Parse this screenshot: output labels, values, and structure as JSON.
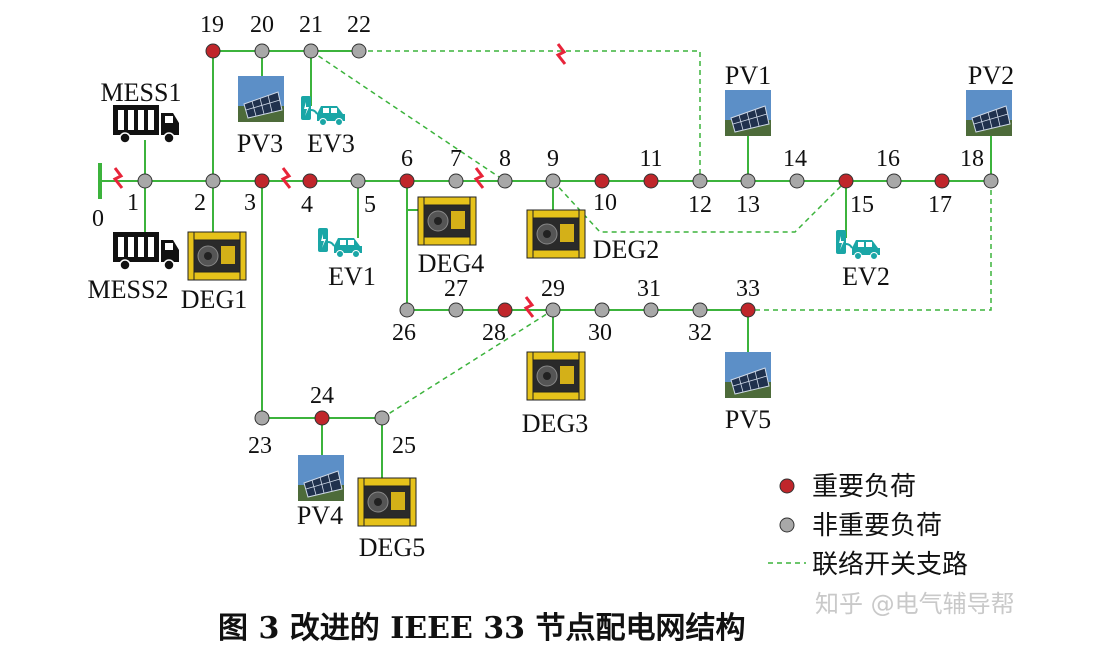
{
  "colors": {
    "line": "#3cb33c",
    "important": "#c0262b",
    "normal": "#a8a8a8",
    "fault": "#e8243a",
    "ev": "#1aa6a6"
  },
  "legend": {
    "important_load": "重要负荷",
    "normal_load": "非重要负荷",
    "tie_switch": "联络开关支路"
  },
  "caption": "图 3   改进的 IEEE 33 节点配电网结构",
  "watermark": "知乎 @电气辅导帮",
  "nodes": [
    {
      "id": "0",
      "label": "0",
      "type": "source"
    },
    {
      "id": "1",
      "label": "1",
      "type": "normal"
    },
    {
      "id": "2",
      "label": "2",
      "type": "normal"
    },
    {
      "id": "3",
      "label": "3",
      "type": "important"
    },
    {
      "id": "4",
      "label": "4",
      "type": "important"
    },
    {
      "id": "5",
      "label": "5",
      "type": "normal"
    },
    {
      "id": "6",
      "label": "6",
      "type": "important"
    },
    {
      "id": "7",
      "label": "7",
      "type": "normal"
    },
    {
      "id": "8",
      "label": "8",
      "type": "normal"
    },
    {
      "id": "9",
      "label": "9",
      "type": "normal"
    },
    {
      "id": "10",
      "label": "10",
      "type": "important"
    },
    {
      "id": "11",
      "label": "11",
      "type": "important"
    },
    {
      "id": "12",
      "label": "12",
      "type": "normal"
    },
    {
      "id": "13",
      "label": "13",
      "type": "normal"
    },
    {
      "id": "14",
      "label": "14",
      "type": "normal"
    },
    {
      "id": "15",
      "label": "15",
      "type": "important"
    },
    {
      "id": "16",
      "label": "16",
      "type": "normal"
    },
    {
      "id": "17",
      "label": "17",
      "type": "important"
    },
    {
      "id": "18",
      "label": "18",
      "type": "normal"
    },
    {
      "id": "19",
      "label": "19",
      "type": "important"
    },
    {
      "id": "20",
      "label": "20",
      "type": "normal"
    },
    {
      "id": "21",
      "label": "21",
      "type": "normal"
    },
    {
      "id": "22",
      "label": "22",
      "type": "normal"
    },
    {
      "id": "23",
      "label": "23",
      "type": "normal"
    },
    {
      "id": "24",
      "label": "24",
      "type": "important"
    },
    {
      "id": "25",
      "label": "25",
      "type": "normal"
    },
    {
      "id": "26",
      "label": "26",
      "type": "normal"
    },
    {
      "id": "27",
      "label": "27",
      "type": "normal"
    },
    {
      "id": "28",
      "label": "28",
      "type": "important"
    },
    {
      "id": "29",
      "label": "29",
      "type": "normal"
    },
    {
      "id": "30",
      "label": "30",
      "type": "normal"
    },
    {
      "id": "31",
      "label": "31",
      "type": "normal"
    },
    {
      "id": "32",
      "label": "32",
      "type": "normal"
    },
    {
      "id": "33",
      "label": "33",
      "type": "important"
    }
  ],
  "components": [
    {
      "id": "MESS1",
      "label": "MESS1",
      "kind": "truck",
      "node": "1"
    },
    {
      "id": "MESS2",
      "label": "MESS2",
      "kind": "truck",
      "node": "1"
    },
    {
      "id": "DEG1",
      "label": "DEG1",
      "kind": "generator",
      "node": "2"
    },
    {
      "id": "DEG2",
      "label": "DEG2",
      "kind": "generator",
      "node": "9"
    },
    {
      "id": "DEG3",
      "label": "DEG3",
      "kind": "generator",
      "node": "29"
    },
    {
      "id": "DEG4",
      "label": "DEG4",
      "kind": "generator",
      "node": "6"
    },
    {
      "id": "DEG5",
      "label": "DEG5",
      "kind": "generator",
      "node": "25"
    },
    {
      "id": "PV1",
      "label": "PV1",
      "kind": "pv",
      "node": "13"
    },
    {
      "id": "PV2",
      "label": "PV2",
      "kind": "pv",
      "node": "18"
    },
    {
      "id": "PV3",
      "label": "PV3",
      "kind": "pv",
      "node": "20"
    },
    {
      "id": "PV4",
      "label": "PV4",
      "kind": "pv",
      "node": "24"
    },
    {
      "id": "PV5",
      "label": "PV5",
      "kind": "pv",
      "node": "33"
    },
    {
      "id": "EV1",
      "label": "EV1",
      "kind": "ev",
      "node": "5"
    },
    {
      "id": "EV2",
      "label": "EV2",
      "kind": "ev",
      "node": "15"
    },
    {
      "id": "EV3",
      "label": "EV3",
      "kind": "ev",
      "node": "21"
    }
  ],
  "branches": [
    [
      "0",
      "1"
    ],
    [
      "1",
      "2"
    ],
    [
      "2",
      "3"
    ],
    [
      "3",
      "4"
    ],
    [
      "4",
      "5"
    ],
    [
      "5",
      "6"
    ],
    [
      "6",
      "7"
    ],
    [
      "7",
      "8"
    ],
    [
      "8",
      "9"
    ],
    [
      "9",
      "10"
    ],
    [
      "10",
      "11"
    ],
    [
      "11",
      "12"
    ],
    [
      "12",
      "13"
    ],
    [
      "13",
      "14"
    ],
    [
      "14",
      "15"
    ],
    [
      "15",
      "16"
    ],
    [
      "16",
      "17"
    ],
    [
      "17",
      "18"
    ],
    [
      "2",
      "19"
    ],
    [
      "19",
      "20"
    ],
    [
      "20",
      "21"
    ],
    [
      "21",
      "22"
    ],
    [
      "3",
      "23"
    ],
    [
      "23",
      "24"
    ],
    [
      "24",
      "25"
    ],
    [
      "6",
      "26"
    ],
    [
      "26",
      "27"
    ],
    [
      "27",
      "28"
    ],
    [
      "28",
      "29"
    ],
    [
      "29",
      "30"
    ],
    [
      "30",
      "31"
    ],
    [
      "31",
      "32"
    ],
    [
      "32",
      "33"
    ]
  ],
  "tie_switches": [
    [
      "22",
      "12"
    ],
    [
      "21",
      "8"
    ],
    [
      "9",
      "15"
    ],
    [
      "18",
      "33"
    ],
    [
      "25",
      "29"
    ]
  ],
  "faults": [
    {
      "between": [
        "0",
        "1"
      ]
    },
    {
      "between": [
        "3",
        "4"
      ]
    },
    {
      "between": [
        "7",
        "8"
      ]
    },
    {
      "between": [
        "28",
        "29"
      ]
    },
    {
      "between": [
        "22",
        "12"
      ]
    }
  ]
}
